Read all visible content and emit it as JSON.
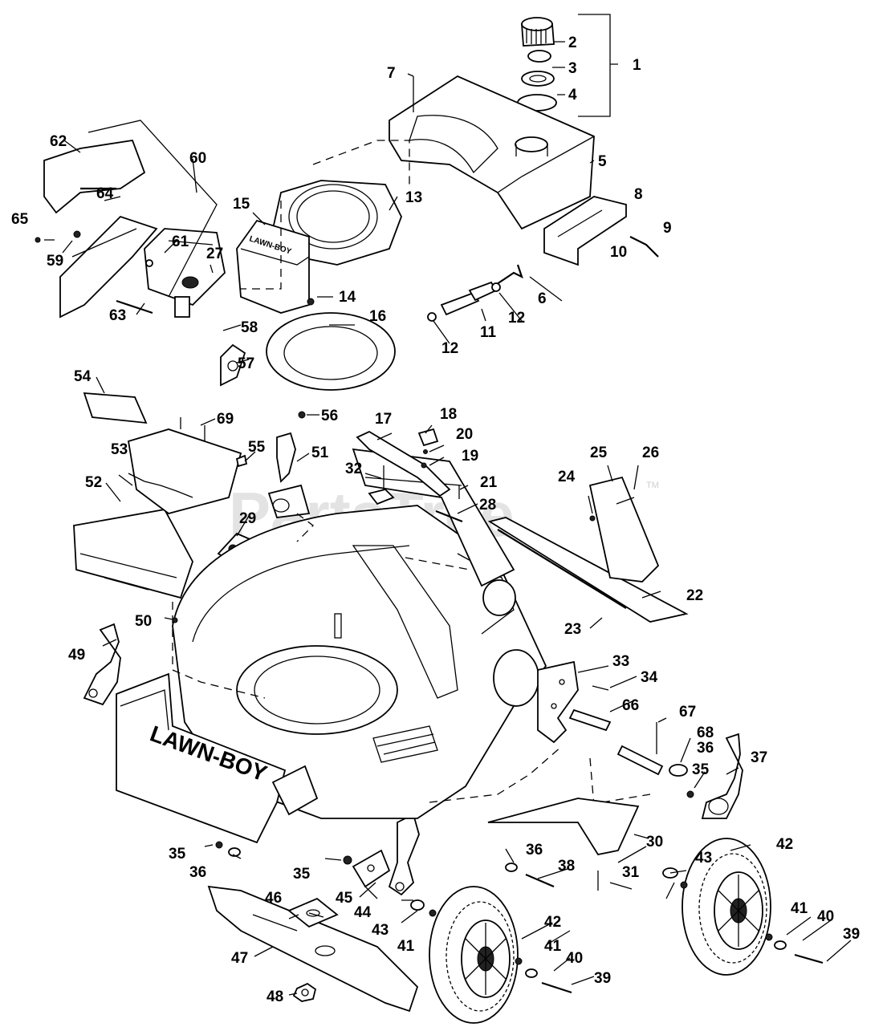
{
  "watermark": {
    "text": "PartsTree",
    "tm": "TM"
  },
  "brand": {
    "deck": "LAWN-BOY",
    "shroud": "LAWN-BOY"
  },
  "callouts": [
    "1",
    "2",
    "3",
    "4",
    "5",
    "6",
    "7",
    "8",
    "9",
    "10",
    "11",
    "12",
    "12",
    "13",
    "14",
    "15",
    "16",
    "17",
    "18",
    "19",
    "20",
    "21",
    "22",
    "23",
    "24",
    "25",
    "26",
    "27",
    "28",
    "29",
    "30",
    "31",
    "32",
    "33",
    "34",
    "35",
    "35",
    "35",
    "36",
    "36",
    "36",
    "37",
    "38",
    "39",
    "39",
    "40",
    "40",
    "41",
    "41",
    "41",
    "42",
    "42",
    "43",
    "43",
    "44",
    "45",
    "46",
    "47",
    "48",
    "49",
    "50",
    "51",
    "52",
    "53",
    "54",
    "55",
    "56",
    "57",
    "58",
    "59",
    "60",
    "61",
    "62",
    "63",
    "64",
    "65",
    "66",
    "67",
    "68",
    "69"
  ]
}
